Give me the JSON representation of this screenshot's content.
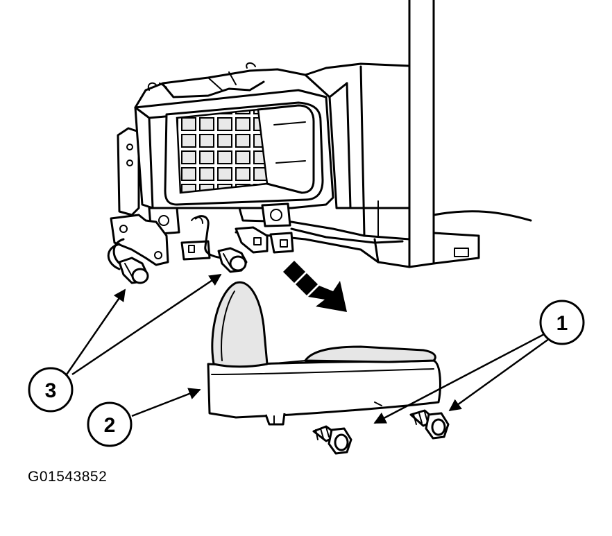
{
  "figure_id": "G01543852",
  "callouts": [
    {
      "label": "1"
    },
    {
      "label": "2"
    },
    {
      "label": "3"
    }
  ],
  "colors": {
    "ink": "#000000",
    "paper": "#ffffff",
    "shade": "#e6e6e6"
  },
  "icons": {
    "direction_arrow": "arrow-down-right-icon",
    "bolt": "bolt-icon"
  }
}
